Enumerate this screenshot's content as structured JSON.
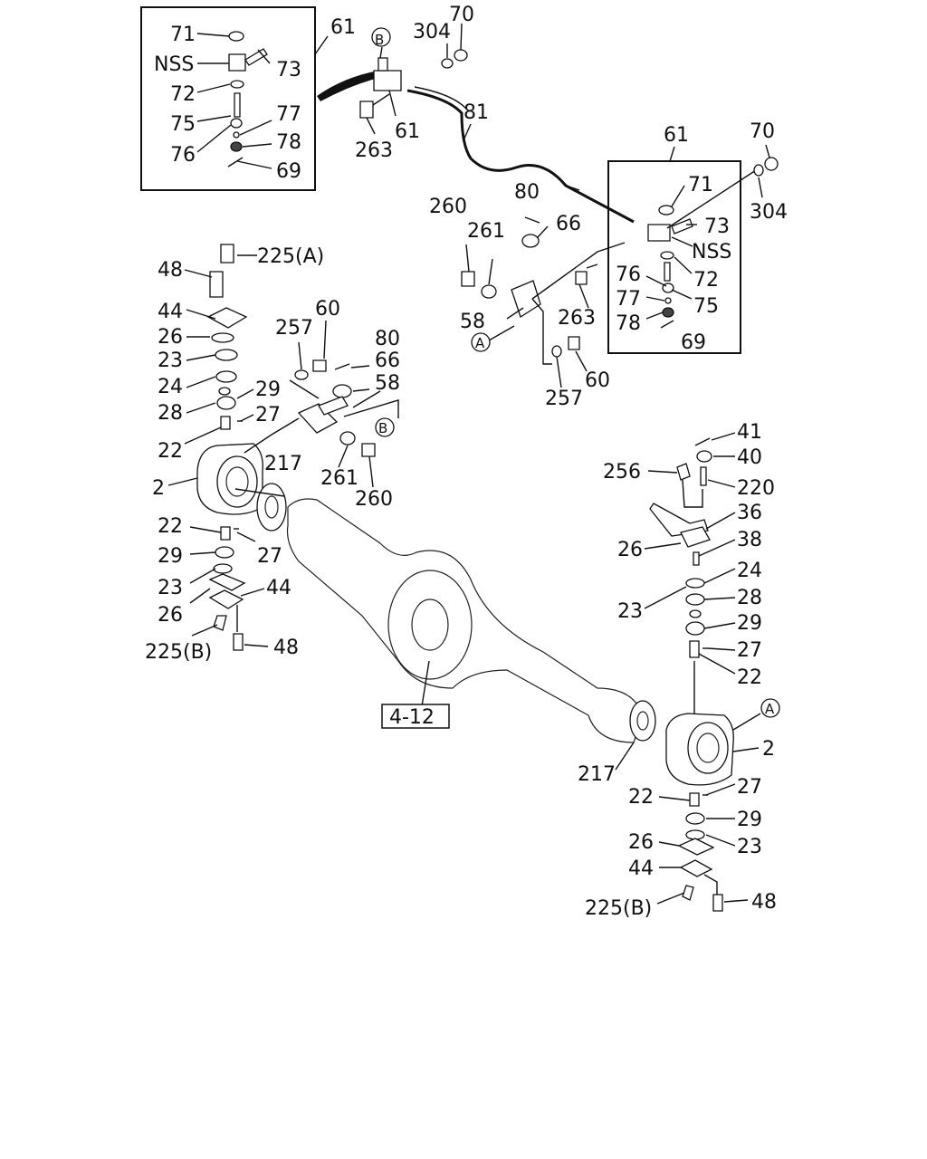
{
  "callouts": {
    "tl_71": "71",
    "tl_nss": "NSS",
    "tl_72": "72",
    "tl_75": "75",
    "tl_76": "76",
    "tl_73": "73",
    "tl_77": "77",
    "tl_78": "78",
    "tl_69": "69",
    "tl_61": "61",
    "top_304": "304",
    "top_70": "70",
    "top_b": "B",
    "top_61": "61",
    "top_263": "263",
    "top_81": "81",
    "r_61": "61",
    "r_70": "70",
    "r_304": "304",
    "r_71": "71",
    "r_73": "73",
    "r_nss": "NSS",
    "r_76": "76",
    "r_72": "72",
    "r_77": "77",
    "r_75": "75",
    "r_78": "78",
    "r_69": "69",
    "r_263": "263",
    "m_260": "260",
    "m_261": "261",
    "m_80": "80",
    "m_66": "66",
    "m_58": "58",
    "m_a": "A",
    "m_257": "257",
    "m_60": "60",
    "l_225a": "225(A)",
    "l_48": "48",
    "l_44": "44",
    "l_26": "26",
    "l_23": "23",
    "l_24": "24",
    "l_28": "28",
    "l_22": "22",
    "l_29": "29",
    "l_27": "27",
    "l_2": "2",
    "c_257": "257",
    "c_60": "60",
    "c_80": "80",
    "c_66": "66",
    "c_58": "58",
    "c_b": "B",
    "c_217": "217",
    "c_261": "261",
    "c_260": "260",
    "lb_22": "22",
    "lb_27": "27",
    "lb_29": "29",
    "lb_23": "23",
    "lb_44": "44",
    "lb_26": "26",
    "lb_225b": "225(B)",
    "lb_48": "48",
    "ref_box": "4-12",
    "rr_41": "41",
    "rr_40": "40",
    "rr_256": "256",
    "rr_220": "220",
    "rr_36": "36",
    "rr_26": "26",
    "rr_38": "38",
    "rr_24": "24",
    "rr_23": "23",
    "rr_28": "28",
    "rr_29": "29",
    "rr_27": "27",
    "rr_22": "22",
    "rr_a": "A",
    "rr_2": "2",
    "rr_217": "217",
    "rb_27": "27",
    "rb_22": "22",
    "rb_29": "29",
    "rb_26": "26",
    "rb_23": "23",
    "rb_44": "44",
    "rb_225b": "225(B)",
    "rb_48": "48"
  }
}
